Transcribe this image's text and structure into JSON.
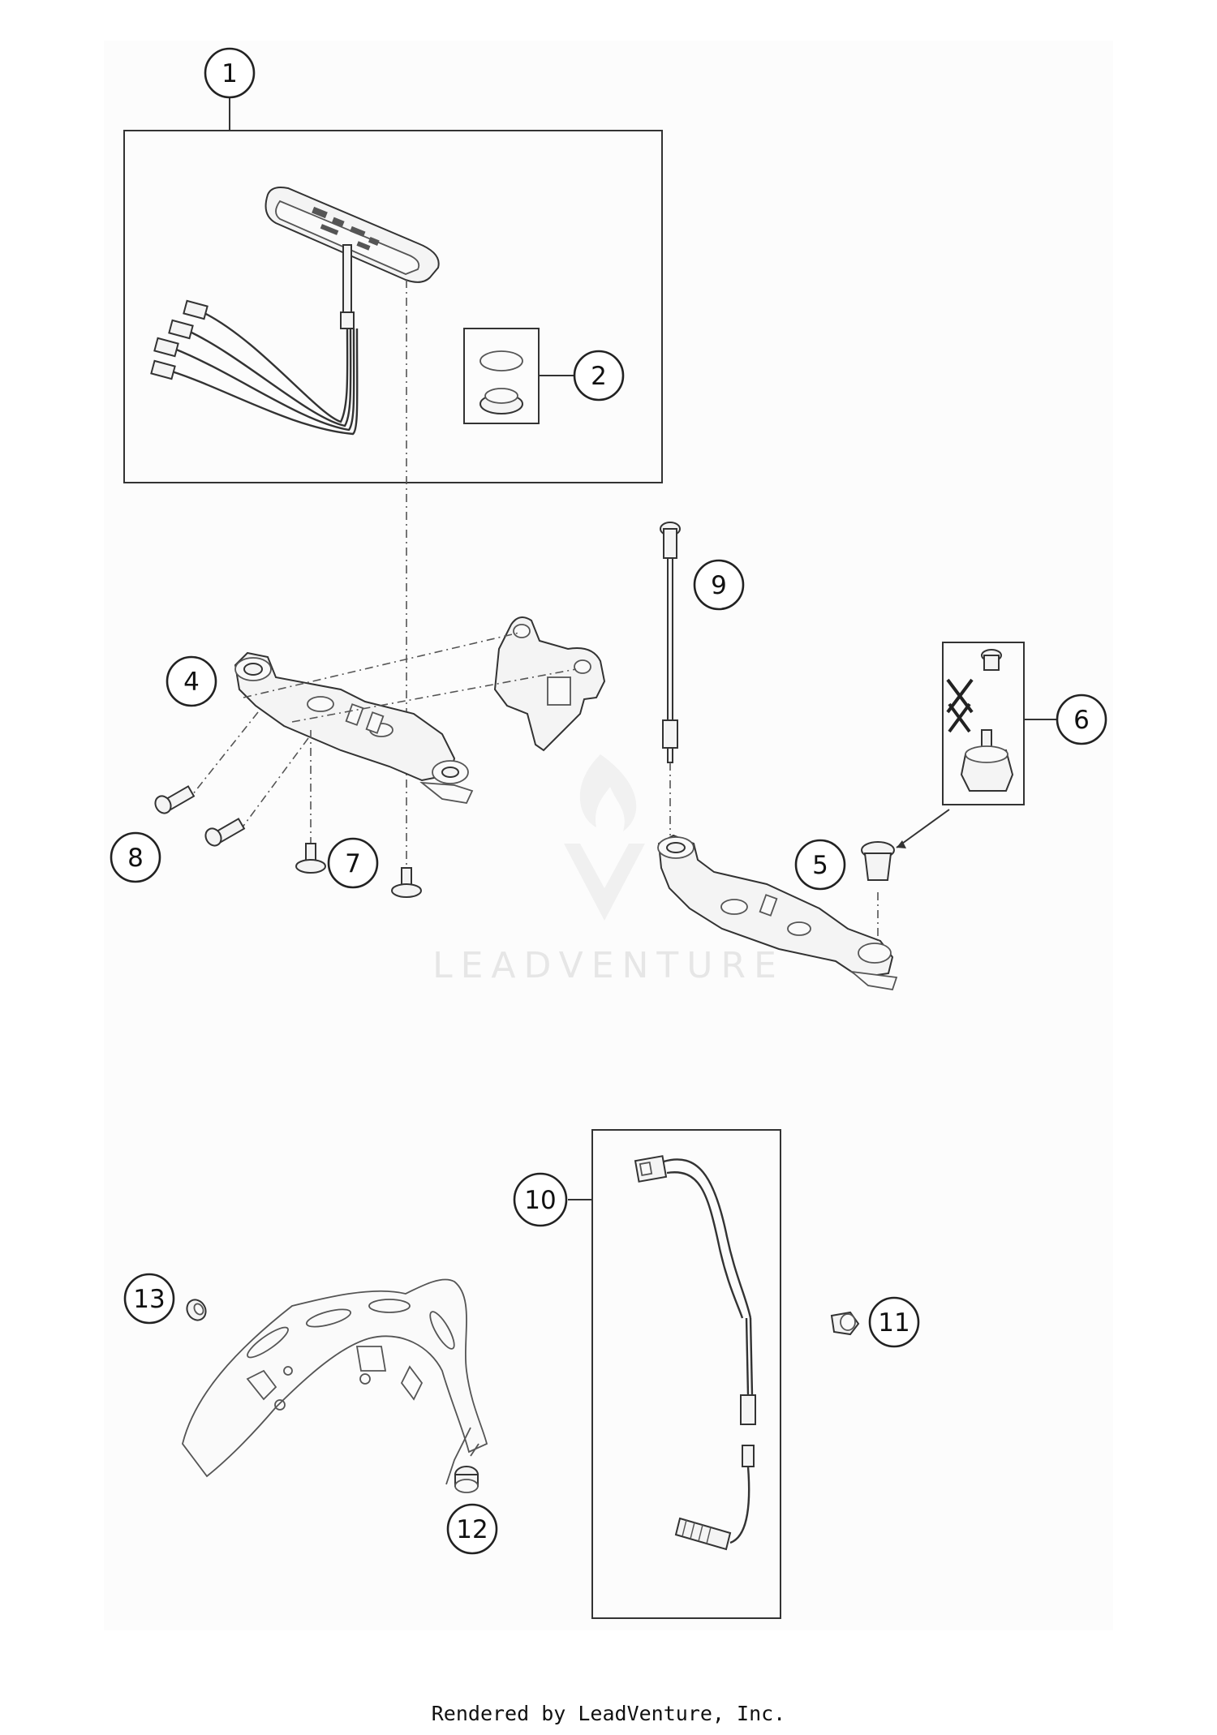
{
  "callouts": {
    "c1": "1",
    "c2": "2",
    "c4": "4",
    "c5": "5",
    "c6": "6",
    "c7": "7",
    "c8": "8",
    "c9": "9",
    "c10": "10",
    "c11": "11",
    "c12": "12",
    "c13": "13"
  },
  "watermark": {
    "text": "LEADVENTURE"
  },
  "footer": {
    "text": "Rendered by LeadVenture, Inc."
  }
}
